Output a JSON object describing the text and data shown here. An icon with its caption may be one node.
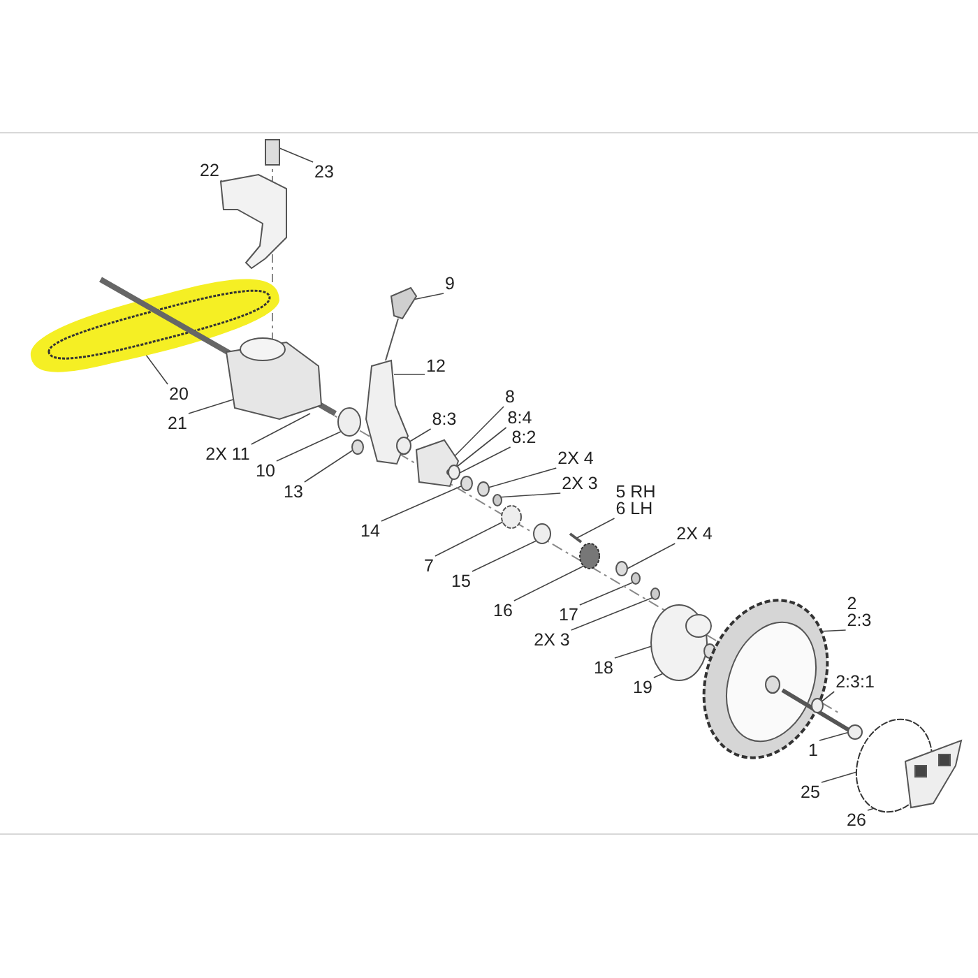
{
  "diagram": {
    "nodes": [
      {
        "text": [
          "23"
        ]
      },
      {
        "text": [
          "22"
        ]
      },
      {
        "text": [
          "9"
        ]
      },
      {
        "text": [
          "20"
        ]
      },
      {
        "text": [
          "12"
        ]
      },
      {
        "text": [
          "21"
        ]
      },
      {
        "text": [
          "8"
        ]
      },
      {
        "text": [
          "8:3"
        ]
      },
      {
        "text": [
          "8:4"
        ]
      },
      {
        "text": [
          "2X 11"
        ]
      },
      {
        "text": [
          "8:2"
        ]
      },
      {
        "text": [
          "10"
        ]
      },
      {
        "text": [
          "2X 4"
        ]
      },
      {
        "text": [
          "13"
        ]
      },
      {
        "text": [
          "2X 3"
        ]
      },
      {
        "text": [
          "14"
        ]
      },
      {
        "text": [
          "5 RH",
          "6 LH"
        ]
      },
      {
        "text": [
          "7"
        ]
      },
      {
        "text": [
          "2X 4"
        ]
      },
      {
        "text": [
          "15"
        ]
      },
      {
        "text": [
          "16"
        ]
      },
      {
        "text": [
          "17"
        ]
      },
      {
        "text": [
          "2X 3"
        ]
      },
      {
        "text": [
          "2",
          "2:3"
        ]
      },
      {
        "text": [
          "18"
        ]
      },
      {
        "text": [
          "19"
        ]
      },
      {
        "text": [
          "2:3:1"
        ]
      },
      {
        "text": [
          "1"
        ]
      },
      {
        "text": [
          "25"
        ]
      },
      {
        "text": [
          "26"
        ]
      }
    ],
    "edges": [
      {
        "from": 0,
        "to": null,
        "arrow": "none"
      },
      {
        "from": 1,
        "to": null,
        "arrow": "none"
      },
      {
        "from": 2,
        "to": null,
        "arrow": "none"
      },
      {
        "from": 3,
        "to": null,
        "arrow": "none"
      },
      {
        "from": 4,
        "to": null,
        "arrow": "none"
      },
      {
        "from": 5,
        "to": null,
        "arrow": "none"
      },
      {
        "from": 6,
        "to": null,
        "arrow": "none"
      },
      {
        "from": 7,
        "to": null,
        "arrow": "none"
      },
      {
        "from": 8,
        "to": null,
        "arrow": "none"
      },
      {
        "from": 9,
        "to": null,
        "arrow": "none"
      },
      {
        "from": 10,
        "to": null,
        "arrow": "none"
      },
      {
        "from": 11,
        "to": null,
        "arrow": "none"
      },
      {
        "from": 12,
        "to": null,
        "arrow": "none"
      },
      {
        "from": 13,
        "to": null,
        "arrow": "none"
      },
      {
        "from": 14,
        "to": null,
        "arrow": "none"
      },
      {
        "from": 15,
        "to": null,
        "arrow": "none"
      },
      {
        "from": 16,
        "to": null,
        "arrow": "none"
      },
      {
        "from": 17,
        "to": null,
        "arrow": "none"
      },
      {
        "from": 18,
        "to": null,
        "arrow": "none"
      },
      {
        "from": 19,
        "to": null,
        "arrow": "none"
      },
      {
        "from": 20,
        "to": null,
        "arrow": "none"
      },
      {
        "from": 21,
        "to": null,
        "arrow": "none"
      },
      {
        "from": 22,
        "to": null,
        "arrow": "none"
      },
      {
        "from": 23,
        "to": null,
        "arrow": "none"
      },
      {
        "from": 24,
        "to": null,
        "arrow": "none"
      },
      {
        "from": 25,
        "to": null,
        "arrow": "none"
      },
      {
        "from": 26,
        "to": null,
        "arrow": "none"
      },
      {
        "from": 27,
        "to": null,
        "arrow": "none"
      },
      {
        "from": 28,
        "to": null,
        "arrow": "none"
      },
      {
        "from": 29,
        "to": null,
        "arrow": "none"
      }
    ]
  }
}
